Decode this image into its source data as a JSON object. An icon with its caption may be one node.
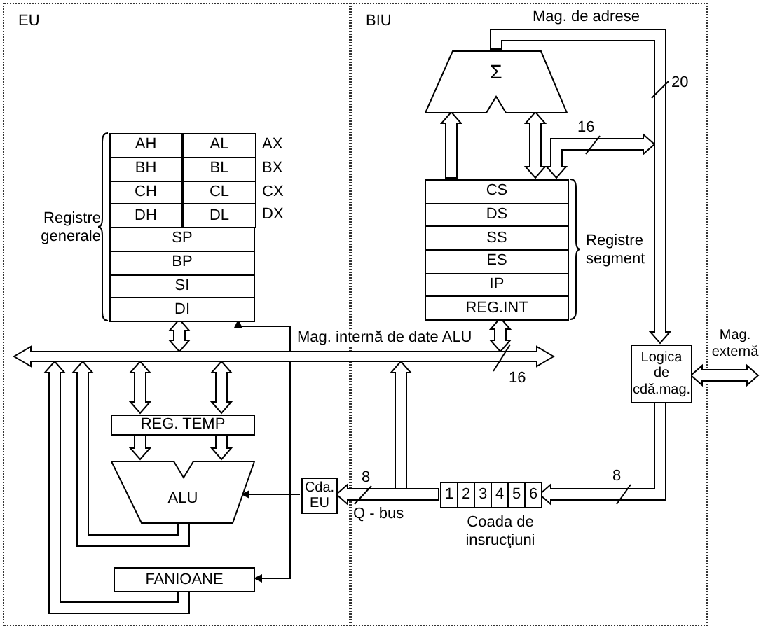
{
  "diagram": {
    "nodes": [
      {
        "text": [
          "EU"
        ]
      },
      {
        "text": [
          "BIU"
        ]
      },
      {
        "text": [
          "AH",
          "AL",
          "BH",
          "BL",
          "CH",
          "CL",
          "DH",
          "DL",
          "SP",
          "BP",
          "SI",
          "DI"
        ],
        "in": 0,
        "beside": [
          "AX",
          "BX",
          "CX",
          "DX",
          "Registre generale"
        ]
      },
      {
        "text": [
          "CS",
          "DS",
          "SS",
          "ES",
          "IP",
          "REG.INT"
        ],
        "in": 1,
        "beside": [
          "Registre segment"
        ]
      },
      {
        "text": [
          "Σ"
        ],
        "in": 1
      },
      {
        "text": [
          "Logica de cdă.mag."
        ],
        "in": 1
      },
      {
        "text": [
          "1",
          "2",
          "3",
          "4",
          "5",
          "6"
        ],
        "in": 1,
        "beside": [
          "Coada de insrucţiuni"
        ]
      },
      {
        "text": [
          "Cda. EU"
        ],
        "in": 0
      },
      {
        "text": [
          "REG. TEMP"
        ],
        "in": 0
      },
      {
        "text": [
          "ALU"
        ],
        "in": 0
      },
      {
        "text": [
          "FANIOANE"
        ],
        "in": 0
      },
      {
        "text": [],
        "shape": "bar",
        "beside": [
          "16"
        ]
      }
    ],
    "edges": [
      {
        "from": 3,
        "to": 4,
        "arrow": "to",
        "style": "thick"
      },
      {
        "from": 3,
        "to": 4,
        "arrow": "both",
        "style": "thick"
      },
      {
        "from": 3,
        "to": null,
        "arrow": "both",
        "style": "thick",
        "label": "16"
      },
      {
        "from": 4,
        "to": 5,
        "arrow": "to",
        "style": "thick"
      },
      {
        "from": 5,
        "to": 6,
        "arrow": "to",
        "style": "thick",
        "label": "8"
      },
      {
        "from": 6,
        "to": 7,
        "arrow": "to",
        "style": "thick",
        "label": "Q - bus"
      },
      {
        "from": 6,
        "to": 11,
        "arrow": "to",
        "style": "thick"
      },
      {
        "from": 7,
        "to": 9,
        "arrow": "to"
      },
      {
        "from": 3,
        "to": 11,
        "arrow": "both",
        "style": "thick"
      },
      {
        "from": 2,
        "to": 11,
        "arrow": "both",
        "style": "thick"
      },
      {
        "from": 11,
        "to": 8,
        "arrow": "both",
        "style": "thick"
      },
      {
        "from": 11,
        "to": 8,
        "arrow": "both",
        "style": "thick"
      },
      {
        "from": 8,
        "to": 9,
        "arrow": "to",
        "style": "thick"
      },
      {
        "from": 8,
        "to": 9,
        "arrow": "to",
        "style": "thick"
      },
      {
        "from": 9,
        "to": 11,
        "arrow": "to",
        "style": "thick"
      },
      {
        "from": 10,
        "to": 11,
        "arrow": "to",
        "style": "thick"
      },
      {
        "from": 11,
        "to": 2,
        "arrow": "to"
      },
      {
        "from": 11,
        "to": 10,
        "arrow": "to"
      },
      {
        "from": 5,
        "to": null,
        "arrow": "both",
        "style": "thick",
        "label": "Mag. externă"
      }
    ],
    "labels": [
      "Mag. de adrese",
      "20",
      "Mag. internă de date ALU",
      "8"
    ]
  }
}
